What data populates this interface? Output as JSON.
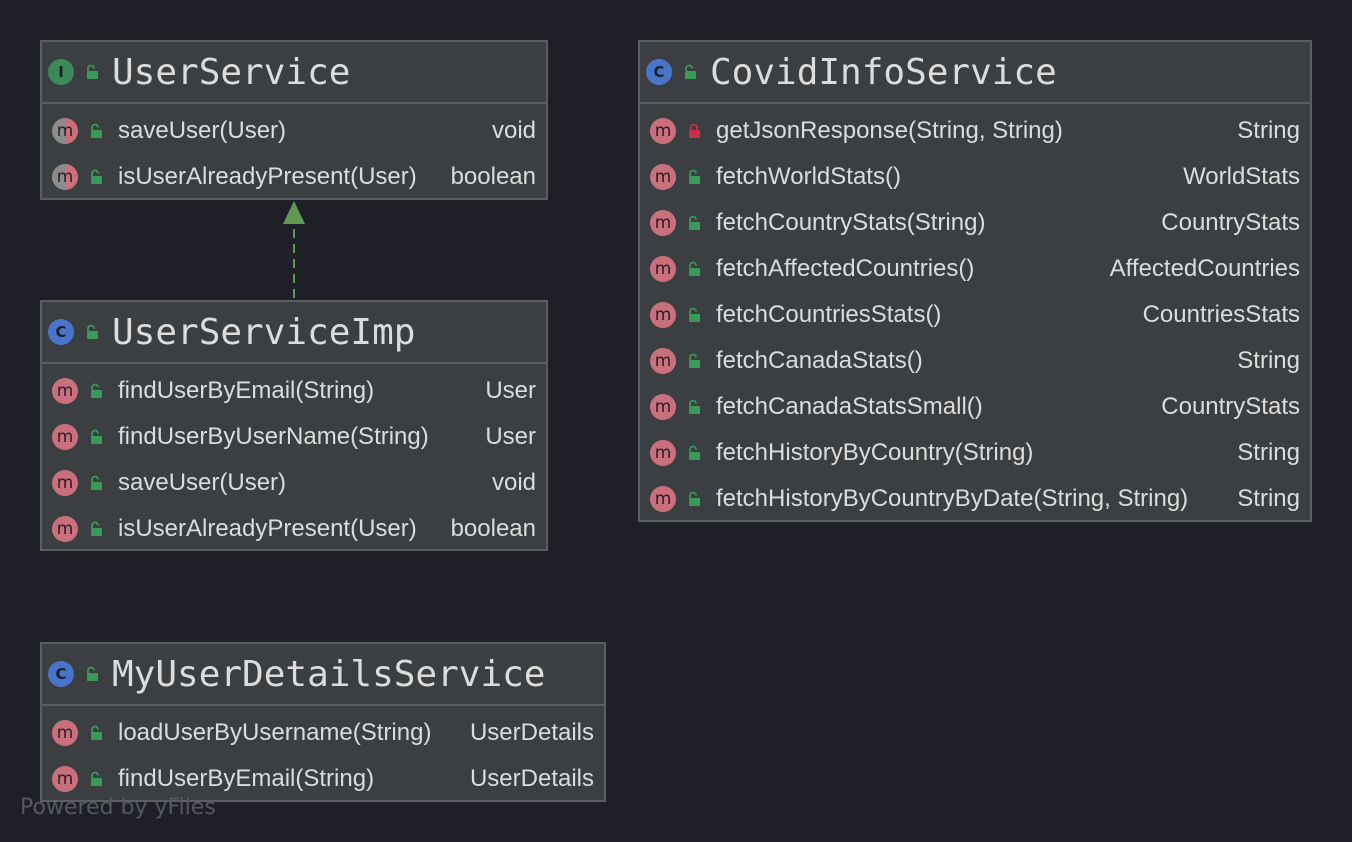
{
  "watermark": "Powered by yFiles",
  "colors": {
    "background": "#1f2027",
    "box": "#3b3f42",
    "border": "#5b5f61",
    "method_badge": "#c9707c",
    "interface_badge": "#3a8a5a",
    "class_badge": "#4a74c9",
    "public_lock": "#3a9a5a",
    "private_lock": "#c8304a",
    "realization_edge": "#5f9950"
  },
  "classes": {
    "user_service": {
      "kind": "I",
      "name": "UserService",
      "methods": [
        {
          "name": "saveUser(User)",
          "returns": "void",
          "visibility": "public",
          "abstract": true
        },
        {
          "name": "isUserAlreadyPresent(User)",
          "returns": "boolean",
          "visibility": "public",
          "abstract": true
        }
      ]
    },
    "user_service_imp": {
      "kind": "C",
      "name": "UserServiceImp",
      "methods": [
        {
          "name": "findUserByEmail(String)",
          "returns": "User",
          "visibility": "public"
        },
        {
          "name": "findUserByUserName(String)",
          "returns": "User",
          "visibility": "public"
        },
        {
          "name": "saveUser(User)",
          "returns": "void",
          "visibility": "public"
        },
        {
          "name": "isUserAlreadyPresent(User)",
          "returns": "boolean",
          "visibility": "public"
        }
      ]
    },
    "my_user_details_service": {
      "kind": "C",
      "name": "MyUserDetailsService",
      "methods": [
        {
          "name": "loadUserByUsername(String)",
          "returns": "UserDetails",
          "visibility": "public"
        },
        {
          "name": "findUserByEmail(String)",
          "returns": "UserDetails",
          "visibility": "public"
        }
      ]
    },
    "covid_info_service": {
      "kind": "C",
      "name": "CovidInfoService",
      "methods": [
        {
          "name": "getJsonResponse(String, String)",
          "returns": "String",
          "visibility": "private"
        },
        {
          "name": "fetchWorldStats()",
          "returns": "WorldStats",
          "visibility": "public"
        },
        {
          "name": "fetchCountryStats(String)",
          "returns": "CountryStats",
          "visibility": "public"
        },
        {
          "name": "fetchAffectedCountries()",
          "returns": "AffectedCountries",
          "visibility": "public"
        },
        {
          "name": "fetchCountriesStats()",
          "returns": "CountriesStats",
          "visibility": "public"
        },
        {
          "name": "fetchCanadaStats()",
          "returns": "String",
          "visibility": "public"
        },
        {
          "name": "fetchCanadaStatsSmall()",
          "returns": "CountryStats",
          "visibility": "public"
        },
        {
          "name": "fetchHistoryByCountry(String)",
          "returns": "String",
          "visibility": "public"
        },
        {
          "name": "fetchHistoryByCountryByDate(String, String)",
          "returns": "String",
          "visibility": "public"
        }
      ]
    }
  }
}
